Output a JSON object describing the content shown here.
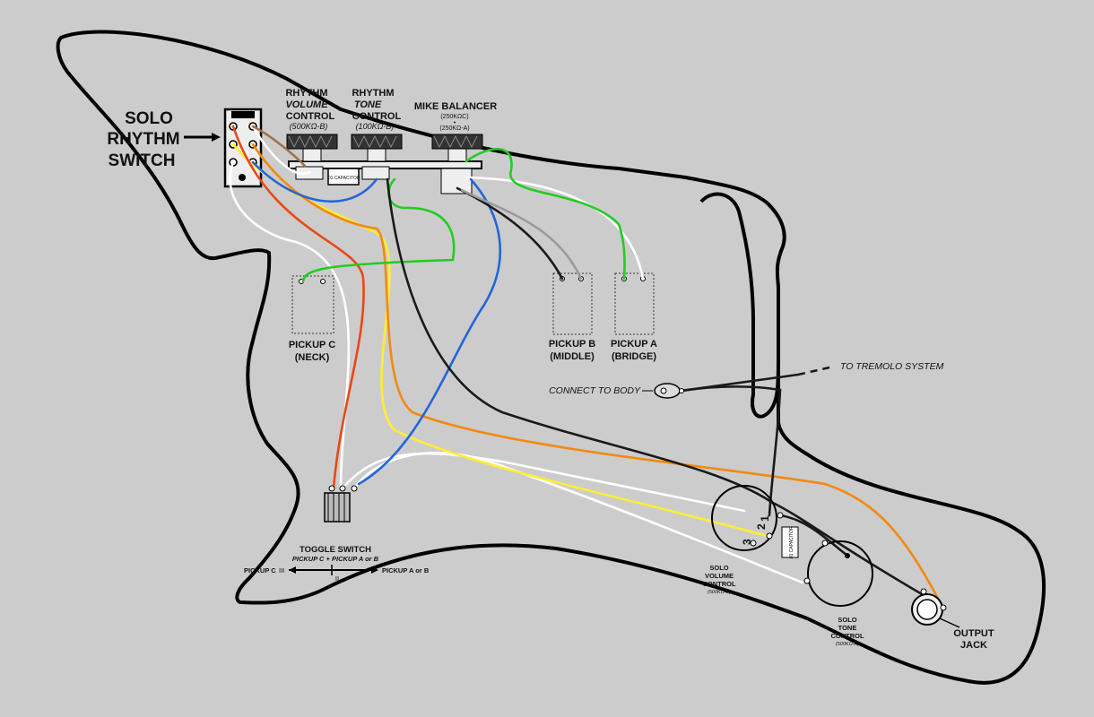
{
  "title_lines": [
    "SOLO",
    "RHYTHM",
    "SWITCH"
  ],
  "rhythm_volume": {
    "l1": "RHYTHM",
    "l2": "VOLUME",
    "l3": "CONTROL",
    "l4": "(500KΩ-B)"
  },
  "rhythm_tone": {
    "l1": "RHYTHM",
    "l2": "TONE",
    "l3": "CONTROL",
    "l4": "(100KΩ-B)"
  },
  "mike_balancer": {
    "l1": "MIKE BALANCER",
    "l2": "(250KΩC)",
    "l3": "•",
    "l4": "(250KΩ-A)"
  },
  "capacitor_label": ".01 CAPACITOR",
  "pickup_c": {
    "l1": "PICKUP C",
    "l2": "(NECK)"
  },
  "pickup_b": {
    "l1": "PICKUP B",
    "l2": "(MIDDLE)"
  },
  "pickup_a": {
    "l1": "PICKUP A",
    "l2": "(BRIDGE)"
  },
  "connect_to_body": "CONNECT TO BODY",
  "to_tremolo": "TO TREMOLO SYSTEM",
  "toggle": {
    "title": "TOGGLE SWITCH",
    "sub": "PICKUP C + PICKUP A or B",
    "left": "PICKUP C",
    "left_num": "III",
    "middle_num": "II",
    "right": "PICKUP A or B"
  },
  "solo_volume": {
    "l1": "SOLO",
    "l2": "VOLUME",
    "l3": "CONTROL",
    "l4": "(500KΩ-B)"
  },
  "solo_tone": {
    "l1": "SOLO",
    "l2": "TONE",
    "l3": "CONTROL",
    "l4": "(500KΩ-A)"
  },
  "lug_numbers": [
    "1",
    "2",
    "3"
  ],
  "output_jack": {
    "l1": "OUTPUT",
    "l2": "JACK"
  },
  "colors": {
    "background": "#cdcccc",
    "body_outline": "#000000",
    "wire_white": "#ffffff",
    "wire_yellow": "#ffee33",
    "wire_orange": "#f08a10",
    "wire_red": "#e84818",
    "wire_blue": "#2266d8",
    "wire_green": "#22cc22",
    "wire_brown": "#a07048",
    "wire_black": "#1a1a1a",
    "wire_gray": "#9a9a9a"
  }
}
